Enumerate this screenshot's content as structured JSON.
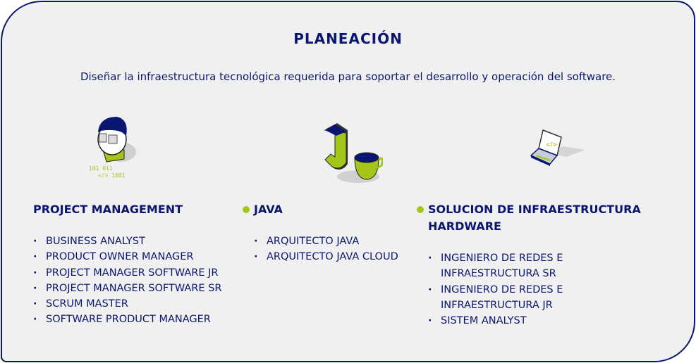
{
  "header": {
    "title": "PLANEACIÓN",
    "subtitle": "Diseñar la infraestructura tecnológica requerida para soportar el desarrollo y operación del software."
  },
  "colors": {
    "navy": "#0b1670",
    "green": "#a4c61a",
    "background": "#f0f0f0"
  },
  "columns": [
    {
      "title": "PROJECT MANAGEMENT",
      "icon": "developer-person-icon",
      "items": [
        "BUSINESS ANALYST",
        "PRODUCT OWNER MANAGER",
        "PROJECT MANAGER SOFTWARE JR",
        "PROJECT MANAGER SOFTWARE SR",
        "SCRUM MASTER",
        "SOFTWARE PRODUCT MANAGER"
      ]
    },
    {
      "title": "JAVA",
      "icon": "java-cup-icon",
      "items": [
        "ARQUITECTO JAVA",
        "ARQUITECTO JAVA CLOUD"
      ]
    },
    {
      "title": "SOLUCION DE INFRAESTRUCTURA HARDWARE",
      "icon": "laptop-code-icon",
      "items": [
        "INGENIERO DE REDES E INFRAESTRUCTURA SR",
        "INGENIERO DE REDES E INFRAESTRUCTURA JR",
        "SISTEM ANALYST"
      ]
    }
  ]
}
